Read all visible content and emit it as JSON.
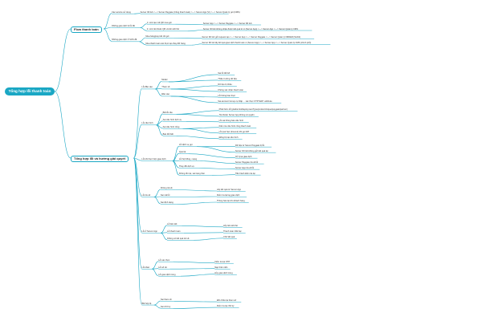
{
  "colors": {
    "line": "#1aa7c4",
    "root_bg": "#1aa7c4",
    "root_text": "#ffffff"
  },
  "root": "Tổng hợp lỗi thanh toán",
  "branches": [
    {
      "label": "Flow thanh toán",
      "groups": [
        {
          "label": "Các service sử dụng",
          "items": [
            "Server IDI lub <---> Server Paygate (Cổng thanh toán) <---> Server App (Ví) <---> Server Quản lý gói (CMS)"
          ]
        },
        {
          "label": "Những giao dịch bị lỗi đã",
          "items": [
            "1. Link tạo mã QR mua gói",
            "2. Link tài khoản QR và liên kết thẻ"
          ],
          "subs": [
            "Server App <---> Server Paygate <---> Server IDI lub",
            "Server IDI lub không nhận được kết quả từ ví (Server App) <---> Server App <---> Server Quản lý CMS"
          ]
        },
        {
          "label": "Những giao dịch ở SOS đề",
          "items": [
            "Mua hàng/pay kết nối gói",
            "Mua thành toán các thực tạo thay đổi hàng"
          ],
          "subs": [
            "Server IDI lub gửi request tạo <---> Server App <---> Server Paygate <---> Server Quản lý ORDER (SAAS)",
            "Server IDI lub lấy kết quả giao dịch thanh toán ví (Server App) <---> Server App <---> Server Quản lý CMS (chính phủ)"
          ]
        }
      ]
    },
    {
      "label": "Tổng hợp lỗi và hướng giải quyết",
      "groups": [
        {
          "label": "Lỗi đầu vào",
          "items": [
            "Model",
            "Tham số",
            "Đầu vào"
          ],
          "subs": [
            "Sai lỗi đổi bố",
            "Thiếu trường dữ liệu",
            "Dữ liệu bị thiếu",
            "Không xác nhận thanh toán",
            "Lỗi thông báo thực",
            "Sai account Group cụ thấp ... xác thực OTP MAP: attribute"
          ]
        },
        {
          "label": "Lỗi cấu hình",
          "items": [
            "Bắt lỗi cấu",
            "Sai cấu hình dịch vụ",
            "Sai cấu hình cổng",
            "Bảo đổi bất"
          ],
          "subs": [
            "Phải thêm lỗi (platformId/deploymentType/productUnique/paygate/partner)",
            "Tài khoản Server App không có quyền",
            "Lỗi sai thông báo cấu hình",
            "Kiểm tra cấu hình cổng thanh toán",
            "Lỗi quá hạn (timeout) khi gọi API",
            "Đồng bộ lại cấu hình"
          ]
        },
        {
          "label": "Lỗi khi thực hiện giao dịch",
          "items": [
            "Lỗi dịch vụ gọi",
            "Quá tải",
            "Lỗi hệ thống, mạng",
            "Thay đổi dịch vụ",
            "Không tồn tại, sai trạng thái"
          ],
          "subs": [
            "Dữ liệu từ Server Paygate bị lỗi",
            "Server IDI lub không gửi kết quả lại",
            "Xử lý lại giao dịch",
            "Server Paygate trả về lỗi",
            "Server App trả về lỗi",
            "Tiến hành kiểm tra lại"
          ]
        },
        {
          "label": "Lỗi trả về",
          "items": [
            "Không trả về",
            "Sai mã lỗi",
            "Sai định dạng"
          ],
          "subs": [
            "Lấy kết quả từ Server App",
            "Kiểm tra lại log giao dịch",
            "Thông báo lại cho khách hàng"
          ]
        },
        {
          "label": "Lỗi ở Server App",
          "items": [
            "Lỗi liên kết",
            "Lỗi thanh toán",
            "Không có kết quả trả về"
          ],
          "subs": [
            "Hủy liên kết thẻ",
            "Thanh toán thất bại",
            "Chờ kết quả"
          ]
        },
        {
          "label": "Lỗi khác",
          "items": [
            "Lỗi xác thực",
            "Lỗi số dư",
            "Lỗi giao dịch trùng"
          ],
          "subs": [
            "Kiểm tra lại OTP",
            "Nạp thêm tiền",
            "Hủy giao dịch trùng"
          ]
        },
        {
          "label": "Bất hợp lệ",
          "items": [
            "Sai tham số",
            "Sai chữ ký"
          ],
          "subs": [
            "Đối chiếu lại tham số",
            "Kiểm tra lại chữ ký"
          ]
        }
      ]
    }
  ]
}
